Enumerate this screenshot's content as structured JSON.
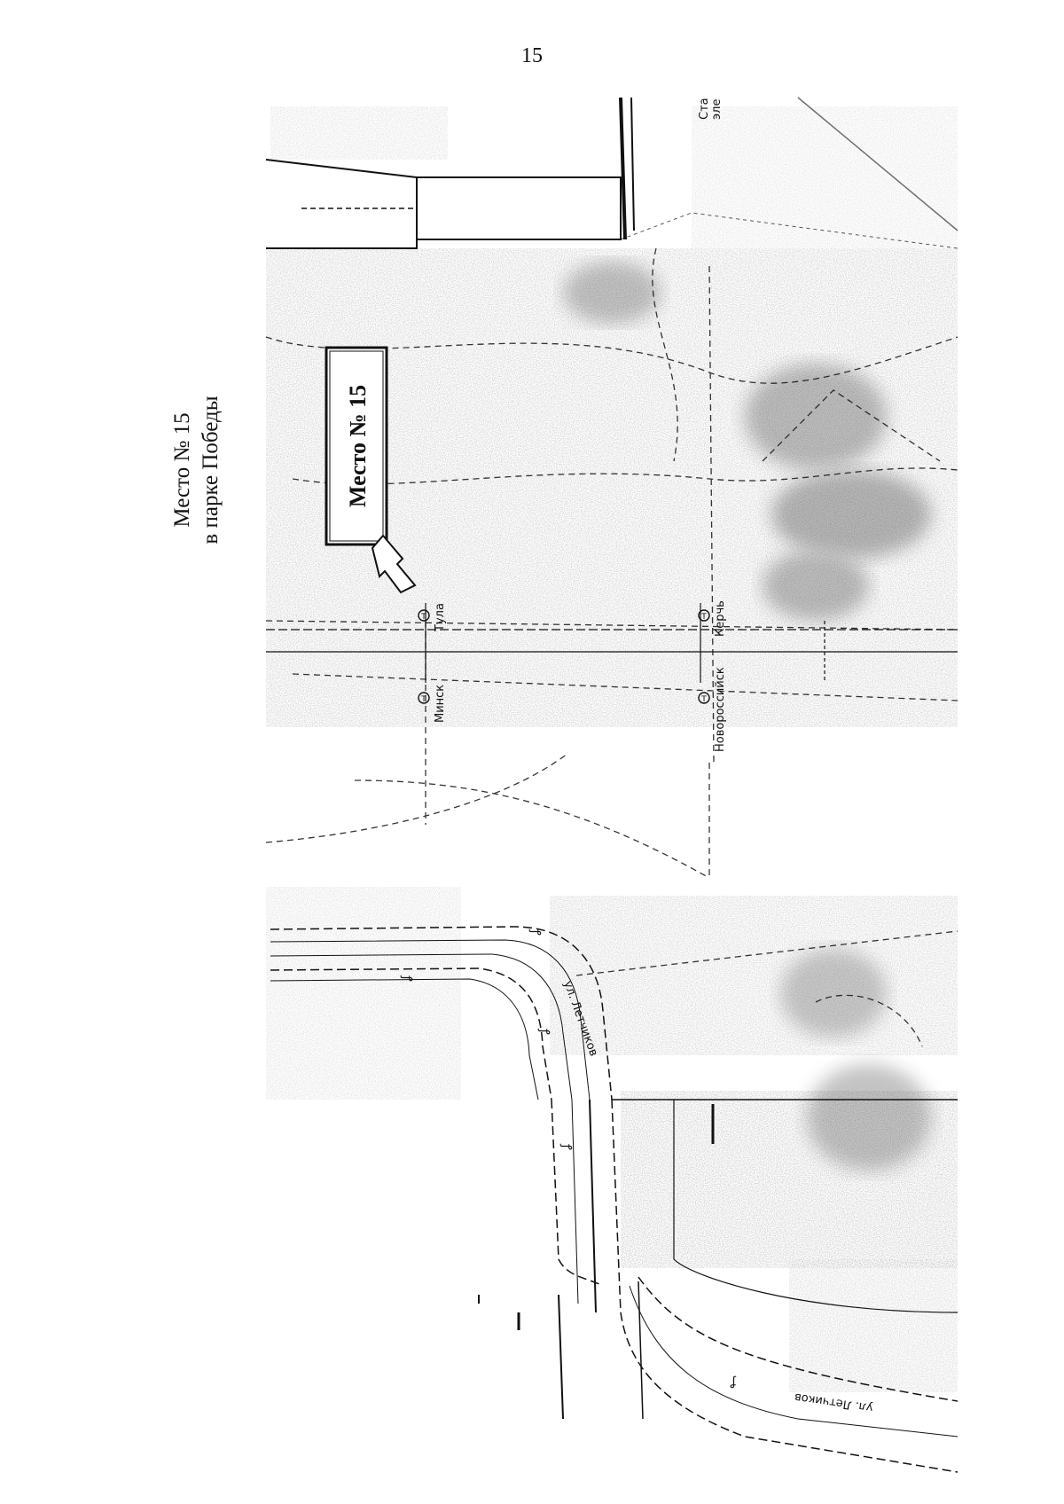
{
  "page": {
    "number": "15"
  },
  "caption": {
    "line1": "Место № 15",
    "line2": "в парке Победы"
  },
  "callout": {
    "label": "Место № 15"
  },
  "stops": [
    {
      "name": "Тула"
    },
    {
      "name": "Минск"
    },
    {
      "name": "Керчь"
    },
    {
      "name": "Новороссийск"
    }
  ],
  "streets": [
    {
      "name": "ул. Летчиков"
    },
    {
      "name": "ул. Летчиков"
    }
  ],
  "corner_fragment": {
    "line1": "Ста",
    "line2": "эле"
  },
  "icons": {
    "stop": "tram-stop-icon",
    "tree": "tree-icon"
  },
  "colors": {
    "ink": "#111111",
    "vegetation": "#9a9a9a",
    "paper": "#ffffff"
  }
}
